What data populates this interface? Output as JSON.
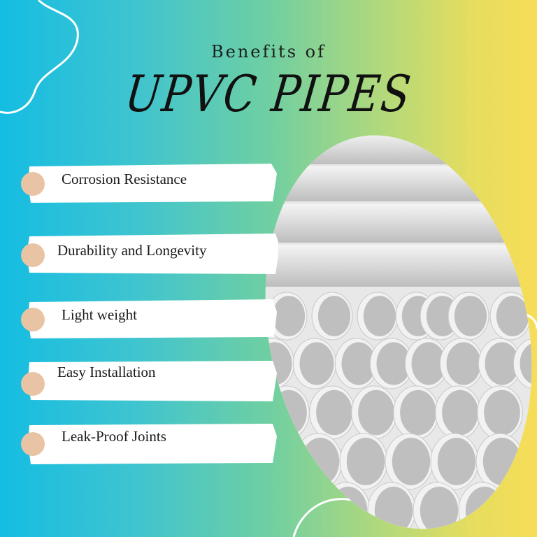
{
  "header": {
    "subtitle": "Benefits of",
    "title": "UPVC PIPES"
  },
  "benefits": [
    {
      "label": "Corrosion Resistance"
    },
    {
      "label": "Durability and Longevity"
    },
    {
      "label": "Light weight"
    },
    {
      "label": "Easy Installation"
    },
    {
      "label": "Leak-Proof Joints"
    }
  ],
  "colors": {
    "gradient_start": "#14bde2",
    "gradient_end": "#f7dd58",
    "bullet": "#e9c4a4",
    "brush": "#ffffff",
    "text": "#1a1a1a"
  },
  "icons": [
    "bullet-dot",
    "brush-stroke",
    "squiggle-line",
    "pipes-photo"
  ]
}
